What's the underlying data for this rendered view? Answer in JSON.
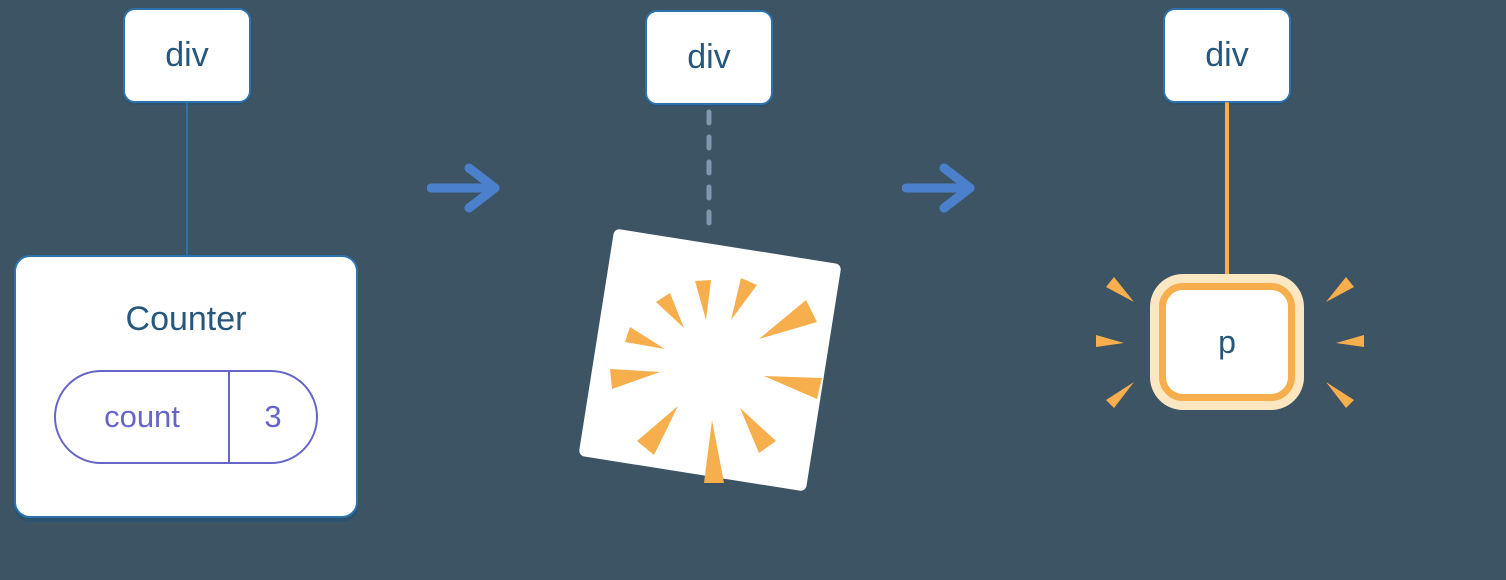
{
  "background_color": "#3D5464",
  "colors": {
    "node_border_blue": "#2E72AD",
    "node_text_blue": "#26577C",
    "state_purple": "#6765C8",
    "arrow_blue": "#4B80CC",
    "dashed_edge_gray_blue": "#7E99AE",
    "burst_orange": "#F7AE4C",
    "halo_cream": "#FBE7C2",
    "node_fill_white": "#FFFFFF"
  },
  "before": {
    "root_label": "div",
    "component": {
      "name": "Counter",
      "state_key": "count",
      "state_value": "3"
    }
  },
  "transition": {
    "root_label": "div",
    "effect_icon": "poof-burst-icon"
  },
  "after": {
    "root_label": "div",
    "child_label": "p"
  }
}
